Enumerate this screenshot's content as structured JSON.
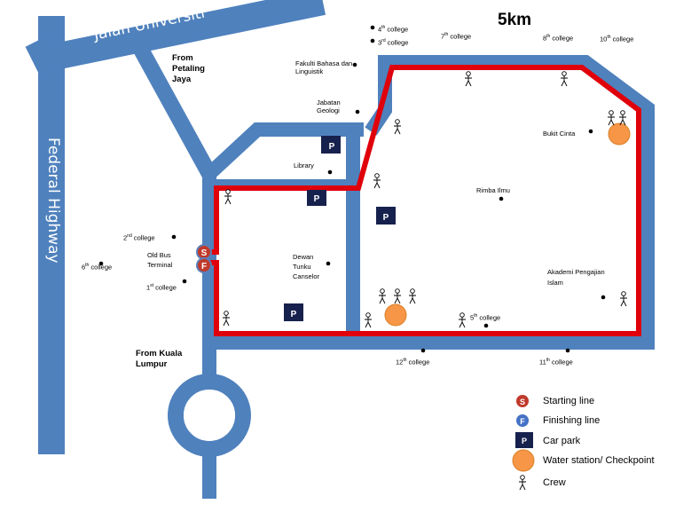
{
  "title": "5km",
  "roads": {
    "jalan_universiti": "Jalan Universiti",
    "federal_highway": "Federal Highway"
  },
  "origins": {
    "petaling_jaya": "From Petaling Jaya",
    "kuala_lumpur": "From Kuala Lumpur"
  },
  "landmarks": {
    "fakulti": "Fakulti Bahasa dan Linguistik",
    "jabatan": "Jabatan Geologi",
    "library": "Library",
    "rimba": "Rimba Ilmu",
    "bukit_cinta": "Bukit Cinta",
    "dewan": "Dewan Tunku Canselor",
    "akademi": "Akademi Pengajian Islam",
    "old_bus": "Old Bus Terminal"
  },
  "colleges": {
    "c4": {
      "num": "4",
      "sup": "th",
      "rest": " college"
    },
    "c3": {
      "num": "3",
      "sup": "rd",
      "rest": " college"
    },
    "c7": {
      "num": "7",
      "sup": "th",
      "rest": " college"
    },
    "c8": {
      "num": "8",
      "sup": "th",
      "rest": " college"
    },
    "c10": {
      "num": "10",
      "sup": "th",
      "rest": " college"
    },
    "c2": {
      "num": "2",
      "sup": "nd",
      "rest": " college"
    },
    "c6": {
      "num": "6",
      "sup": "th",
      "rest": " college"
    },
    "c1": {
      "num": "1",
      "sup": "st",
      "rest": " college"
    },
    "c5": {
      "num": "5",
      "sup": "th",
      "rest": " college"
    },
    "c12": {
      "num": "12",
      "sup": "th",
      "rest": " college"
    },
    "c11": {
      "num": "11",
      "sup": "th",
      "rest": " college"
    }
  },
  "markers": {
    "start_letter": "S",
    "finish_letter": "F",
    "parking_letter": "P"
  },
  "legend": {
    "start": "Starting line",
    "finish": "Finishing line",
    "car_park": "Car park",
    "water": "Water station/ Checkpoint",
    "crew": "Crew"
  },
  "colors": {
    "road": "#4f81bd",
    "route": "#e0000b",
    "water_station": "#f79646",
    "car_park": "#17214d",
    "start_marker": "#c0392b",
    "finish_marker": "#4472c4"
  }
}
